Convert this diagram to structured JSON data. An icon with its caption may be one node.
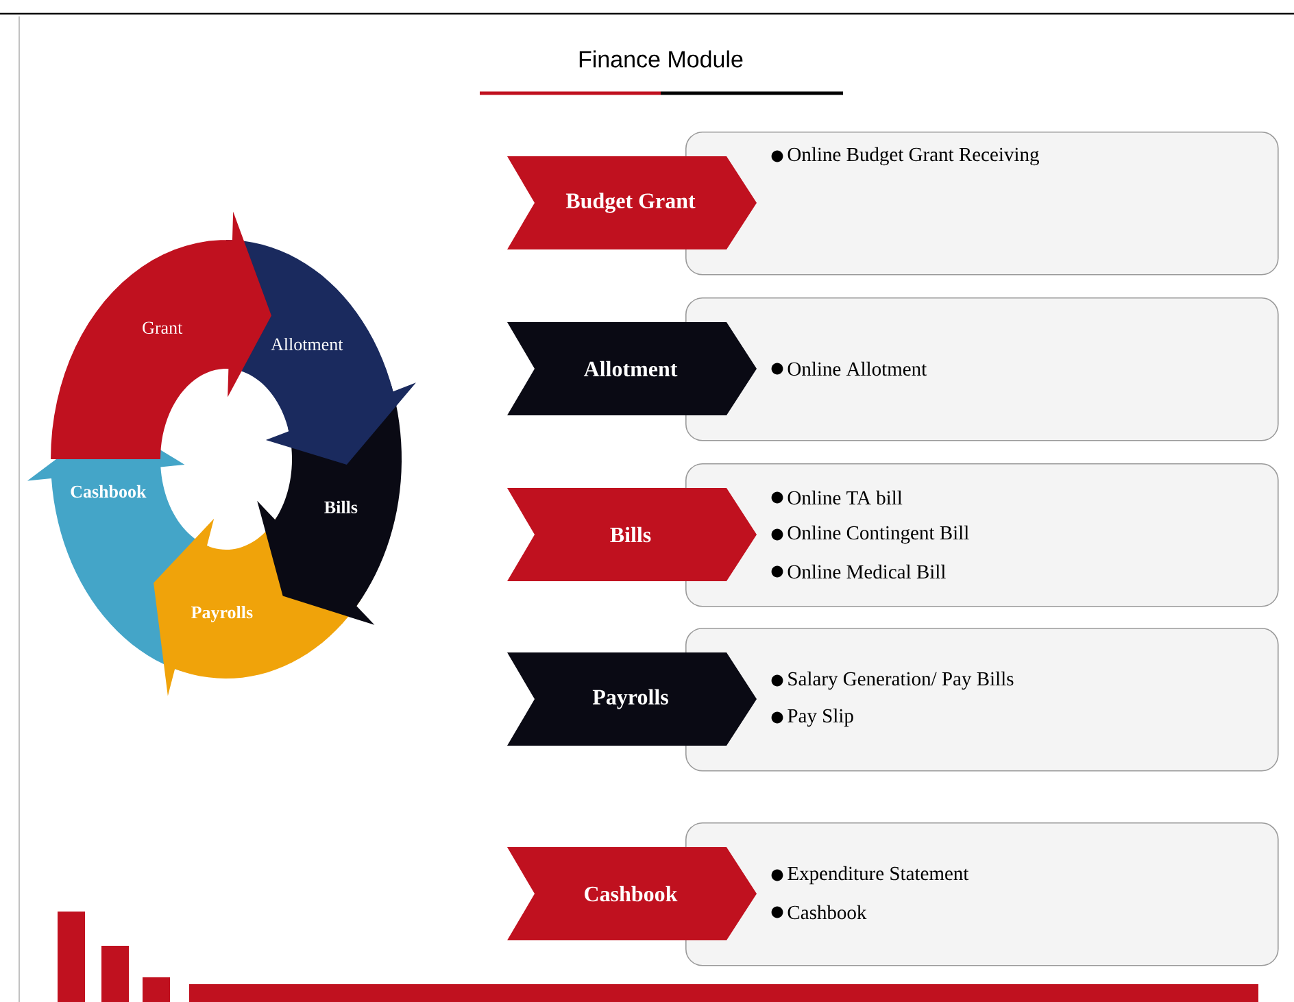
{
  "diagram": {
    "title": "Finance Module",
    "nodes": [
      {
        "text": [
          "Grant"
        ]
      },
      {
        "text": [
          "Allotment"
        ]
      },
      {
        "text": [
          "Bills"
        ]
      },
      {
        "text": [
          "Cashbook"
        ]
      },
      {
        "text": [
          "Payrolls"
        ]
      },
      {
        "text": [
          "Budget Grant"
        ]
      },
      {
        "text": [
          "Online Budget Grant Receiving"
        ]
      },
      {
        "text": [
          "Allotment"
        ]
      },
      {
        "text": [
          "Online Allotment"
        ]
      },
      {
        "text": [
          "Bills"
        ]
      },
      {
        "text": [
          "Online  TA bill",
          "Online Contingent Bill",
          "Online Medical Bill"
        ]
      },
      {
        "text": [
          "Payrolls"
        ]
      },
      {
        "text": [
          "Salary Generation/ Pay Bills",
          "Pay Slip"
        ]
      },
      {
        "text": [
          "Cashbook"
        ]
      },
      {
        "text": [
          "Expenditure Statement",
          "Cashbook"
        ]
      }
    ]
  }
}
